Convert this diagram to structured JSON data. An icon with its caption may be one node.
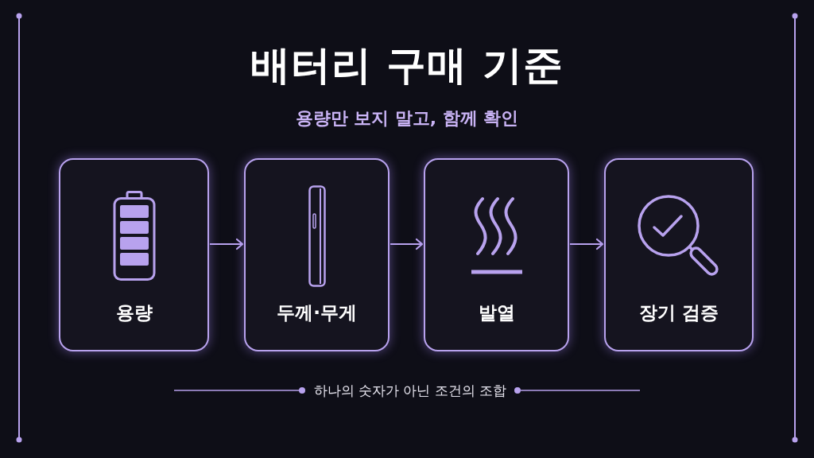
{
  "diagram": {
    "title": "배터리 구매 기준",
    "nodes": [
      {
        "text": [
          "용량"
        ]
      },
      {
        "text": [
          "두께·무게"
        ]
      },
      {
        "text": [
          "발열"
        ]
      },
      {
        "text": [
          "장기 검증"
        ]
      }
    ],
    "edges": [
      {
        "from": 0,
        "to": 1,
        "arrow": "to"
      },
      {
        "from": 1,
        "to": 2,
        "arrow": "to"
      },
      {
        "from": 2,
        "to": 3,
        "arrow": "to"
      }
    ],
    "labels": [
      "용량만 보지 말고, 함께 확인",
      "하나의 숫자가 아닌 조건의 조합"
    ]
  }
}
